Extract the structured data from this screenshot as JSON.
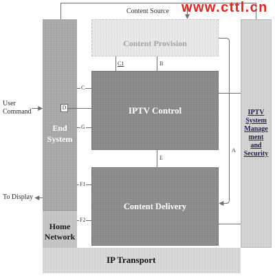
{
  "watermark": "www.cttl.cn",
  "content_source": {
    "label": "Content Source"
  },
  "blocks": {
    "content_provision": {
      "label": "Content Provision"
    },
    "iptv_control": {
      "label": "IPTV Control"
    },
    "content_delivery": {
      "label": "Content Delivery"
    },
    "end_system": {
      "label_lines": [
        "End",
        "System"
      ]
    },
    "home_network": {
      "label_lines": [
        "Home",
        "Network"
      ]
    },
    "ip_transport": {
      "label": "IP Transport"
    },
    "management": {
      "label_lines": [
        "IPTV",
        "System",
        "Manage",
        "ment",
        "and",
        "Security"
      ]
    }
  },
  "interfaces": {
    "c1": "C1",
    "b": "B",
    "c": "C",
    "d": "D",
    "g": "G",
    "e": "E",
    "f1": "F1",
    "f2": "F2",
    "a": "A"
  },
  "external": {
    "user_command_lines": [
      "User",
      "Command"
    ],
    "to_display": "To Display"
  },
  "colors": {
    "background": "#ffffff",
    "end_system": "#a9a9a9",
    "home_network": "#c6c6c6",
    "ip_transport": "#d8d8d8",
    "content_provision": "#e9e9e9",
    "iptv_control": "#8a8a8a",
    "content_delivery": "#8c8c8c",
    "management": "#d4d4d4",
    "connector": "#6e6e6e",
    "watermark": "#e3261c"
  }
}
